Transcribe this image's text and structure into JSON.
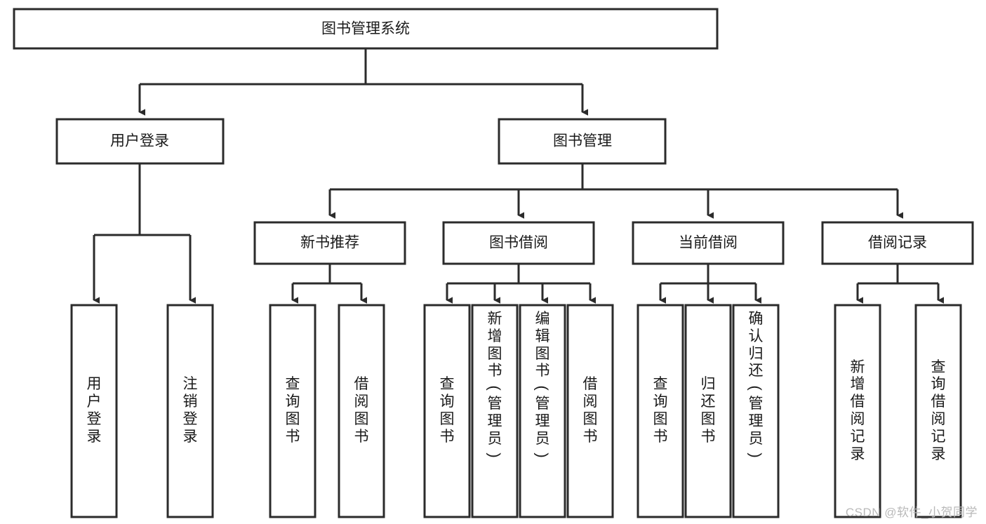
{
  "diagram": {
    "type": "tree-hierarchy",
    "title": "图书管理系统",
    "watermark": "CSDN @软件_小贺同学",
    "colors": {
      "stroke": "#2b2b2b",
      "fill": "#ffffff",
      "text": "#1a1a1a",
      "watermark": "#b9b9b9",
      "background": "#ffffff"
    },
    "levels": {
      "root": {
        "label": "图书管理系统"
      },
      "level2": [
        {
          "label": "用户登录"
        },
        {
          "label": "图书管理"
        }
      ],
      "level3": [
        {
          "label": "新书推荐"
        },
        {
          "label": "图书借阅"
        },
        {
          "label": "当前借阅"
        },
        {
          "label": "借阅记录"
        }
      ],
      "leaves": {
        "user_login": [
          {
            "label": "用户登录",
            "chars": [
              "用",
              "户",
              "登",
              "录"
            ]
          },
          {
            "label": "注销登录",
            "chars": [
              "注",
              "销",
              "登",
              "录"
            ]
          }
        ],
        "new_book_recommend": [
          {
            "label": "查询图书",
            "chars": [
              "查",
              "询",
              "图",
              "书"
            ]
          },
          {
            "label": "借阅图书",
            "chars": [
              "借",
              "阅",
              "图",
              "书"
            ]
          }
        ],
        "book_borrow": [
          {
            "label": "查询图书",
            "chars": [
              "查",
              "询",
              "图",
              "书"
            ]
          },
          {
            "label": "新增图书（管理员）",
            "chars": [
              "新",
              "增",
              "图",
              "书",
              "（",
              "管",
              "理",
              "员",
              "）"
            ]
          },
          {
            "label": "编辑图书（管理员）",
            "chars": [
              "编",
              "辑",
              "图",
              "书",
              "（",
              "管",
              "理",
              "员",
              "）"
            ]
          },
          {
            "label": "借阅图书",
            "chars": [
              "借",
              "阅",
              "图",
              "书"
            ]
          }
        ],
        "current_borrow": [
          {
            "label": "查询图书",
            "chars": [
              "查",
              "询",
              "图",
              "书"
            ]
          },
          {
            "label": "归还图书",
            "chars": [
              "归",
              "还",
              "图",
              "书"
            ]
          },
          {
            "label": "确认归还（管理员）",
            "chars": [
              "确",
              "认",
              "归",
              "还",
              "（",
              "管",
              "理",
              "员",
              "）"
            ]
          }
        ],
        "borrow_record": [
          {
            "label": "新增借阅记录",
            "chars": [
              "新",
              "增",
              "借",
              "阅",
              "记",
              "录"
            ]
          },
          {
            "label": "查询借阅记录",
            "chars": [
              "查",
              "询",
              "借",
              "阅",
              "记",
              "录"
            ]
          }
        ]
      }
    },
    "edges": [
      {
        "from": "图书管理系统",
        "to": "用户登录"
      },
      {
        "from": "图书管理系统",
        "to": "图书管理"
      },
      {
        "from": "图书管理",
        "to": "新书推荐"
      },
      {
        "from": "图书管理",
        "to": "图书借阅"
      },
      {
        "from": "图书管理",
        "to": "当前借阅"
      },
      {
        "from": "图书管理",
        "to": "借阅记录"
      },
      {
        "from": "用户登录",
        "to": "用户登录(叶)"
      },
      {
        "from": "用户登录",
        "to": "注销登录"
      },
      {
        "from": "新书推荐",
        "to": "查询图书"
      },
      {
        "from": "新书推荐",
        "to": "借阅图书"
      },
      {
        "from": "图书借阅",
        "to": "查询图书"
      },
      {
        "from": "图书借阅",
        "to": "新增图书（管理员）"
      },
      {
        "from": "图书借阅",
        "to": "编辑图书（管理员）"
      },
      {
        "from": "图书借阅",
        "to": "借阅图书"
      },
      {
        "from": "当前借阅",
        "to": "查询图书"
      },
      {
        "from": "当前借阅",
        "to": "归还图书"
      },
      {
        "from": "当前借阅",
        "to": "确认归还（管理员）"
      },
      {
        "from": "借阅记录",
        "to": "新增借阅记录"
      },
      {
        "from": "借阅记录",
        "to": "查询借阅记录"
      }
    ]
  }
}
